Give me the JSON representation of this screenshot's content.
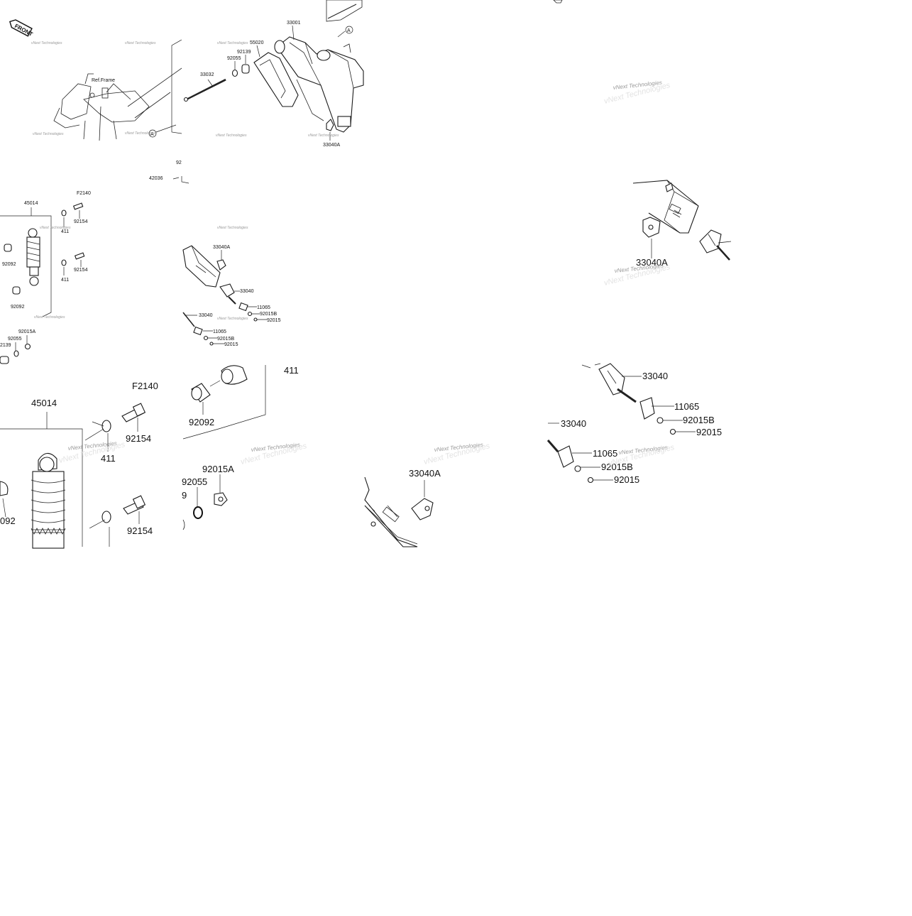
{
  "watermark": "vNext Technologies",
  "front_badge": "FRONT",
  "ref_frame": "Ref.Frame",
  "callout_a": "A",
  "labels": {
    "swingarm": "33001",
    "chain_guard": "55020",
    "pivot_shaft": "33032",
    "seal_92139": "92139",
    "oring_92055": "92055",
    "adjuster_bracket": "33040A",
    "sprocket_partial": "92",
    "sprocket_42036": "42036",
    "bolt_f2140": "F2140",
    "shock_45014": "45014",
    "washer_411": "411",
    "bolt_92154": "92154",
    "bushing_92092": "92092",
    "nut_92015a": "92015A",
    "seal_92139_partial": "2139",
    "adjuster": "33040",
    "plate_11065": "11065",
    "nut_92015b": "92015B",
    "nut_92015": "92015",
    "bushing_partial": "092",
    "seal_partial_9": "9"
  }
}
